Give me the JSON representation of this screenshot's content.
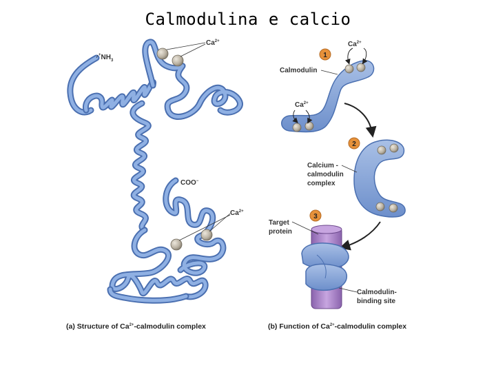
{
  "title": "Calmodulina e calcio",
  "panel_a": {
    "nh3": "NH",
    "nh3_sup": "+",
    "nh3_sub": "3",
    "coo": "COO",
    "coo_sup": "−",
    "ca_top": "Ca",
    "ca_top_sup": "2+",
    "ca_bottom": "Ca",
    "ca_bottom_sup": "2+",
    "caption_pre": "(a) Structure of Ca",
    "caption_sup": "2+",
    "caption_post": "-calmodulin complex"
  },
  "panel_b": {
    "step1": "1",
    "step2": "2",
    "step3": "3",
    "ca_top": "Ca",
    "ca_top_sup": "2+",
    "ca_mid": "Ca",
    "ca_mid_sup": "2+",
    "calmodulin": "Calmodulin",
    "complex_line1": "Calcium -",
    "complex_line2": "calmodulin",
    "complex_line3": "complex",
    "target_line1": "Target",
    "target_line2": "protein",
    "binding_line1": "Calmodulin-",
    "binding_line2": "binding site",
    "caption_pre": "(b) Function of Ca",
    "caption_sup": "2+",
    "caption_post": "-calmodulin complex"
  },
  "colors": {
    "ribbon": "#7f9fd6",
    "ribbon_dark": "#4a6fb0",
    "calcium": "#b9b1a2",
    "step_badge": "#e6913a",
    "target": "#a77fc6"
  }
}
